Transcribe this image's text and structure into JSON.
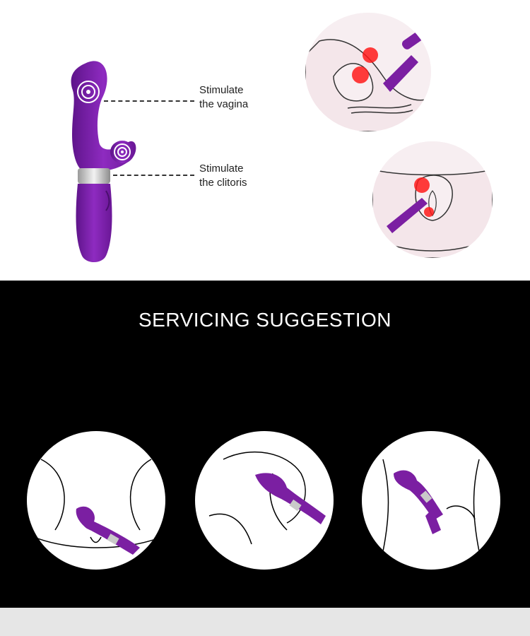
{
  "callouts": {
    "vagina_label": "Stimulate\nthe vagina",
    "clitoris_label": "Stimulate\nthe clitoris"
  },
  "section": {
    "title": "SERVICING SUGGESTION"
  },
  "colors": {
    "product_purple": "#7b1fa2",
    "product_purple_dark": "#5e148a",
    "silver_band": "#c9c9c9",
    "heat_red": "#ff1a1a",
    "skin": "#f7eef1"
  },
  "icons": {
    "vagina_target": "concentric-circles-icon",
    "clitoris_target": "concentric-circles-icon"
  }
}
